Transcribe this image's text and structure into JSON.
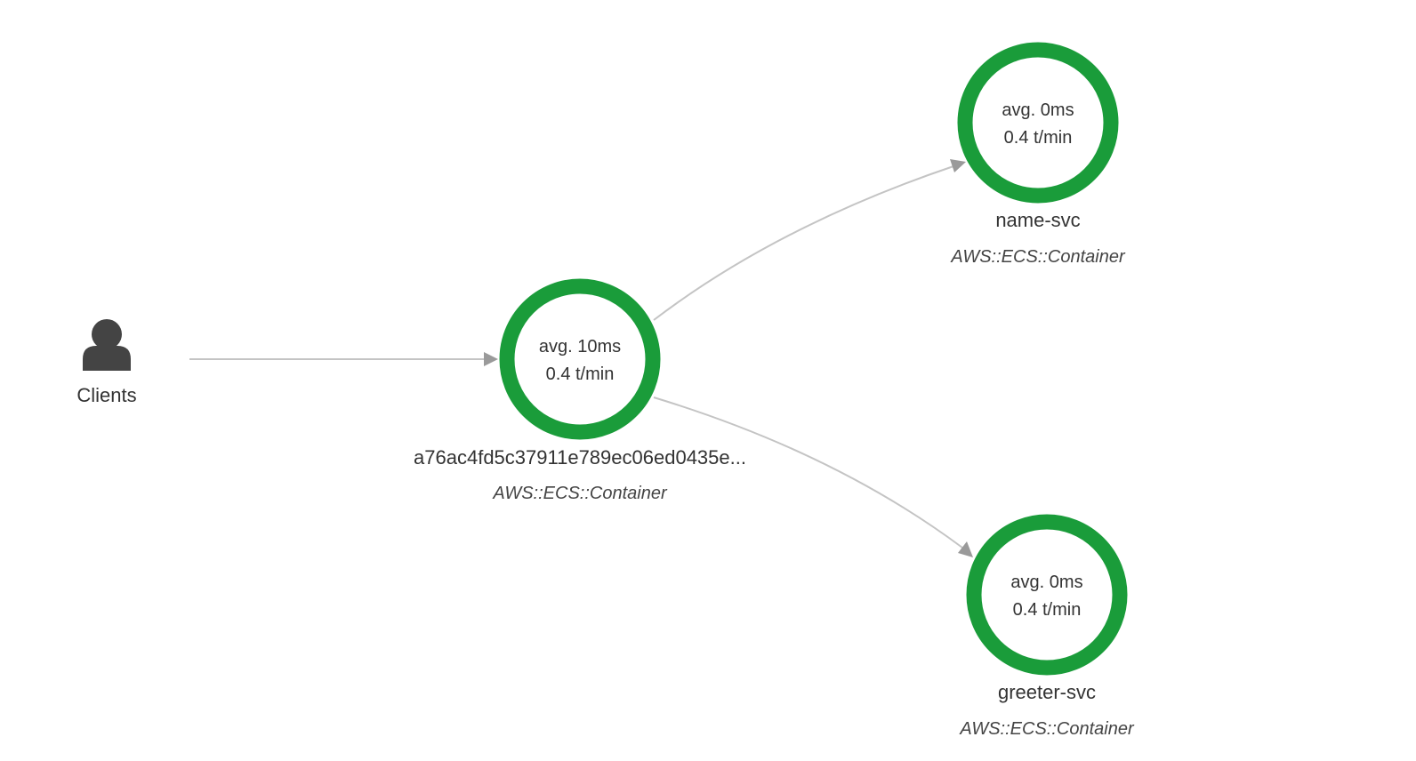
{
  "colors": {
    "healthy": "#1a9c3a",
    "edge": "#c4c4c4",
    "arrow": "#9a9a9a",
    "client_icon": "#444444"
  },
  "client": {
    "label": "Clients",
    "icon": "user-icon"
  },
  "nodes": {
    "main": {
      "name": "a76ac4fd5c37911e789ec06ed0435e...",
      "type": "AWS::ECS::Container",
      "avg": "avg. 10ms",
      "rate": "0.4 t/min"
    },
    "name_svc": {
      "name": "name-svc",
      "type": "AWS::ECS::Container",
      "avg": "avg. 0ms",
      "rate": "0.4 t/min"
    },
    "greeter_svc": {
      "name": "greeter-svc",
      "type": "AWS::ECS::Container",
      "avg": "avg. 0ms",
      "rate": "0.4 t/min"
    }
  }
}
